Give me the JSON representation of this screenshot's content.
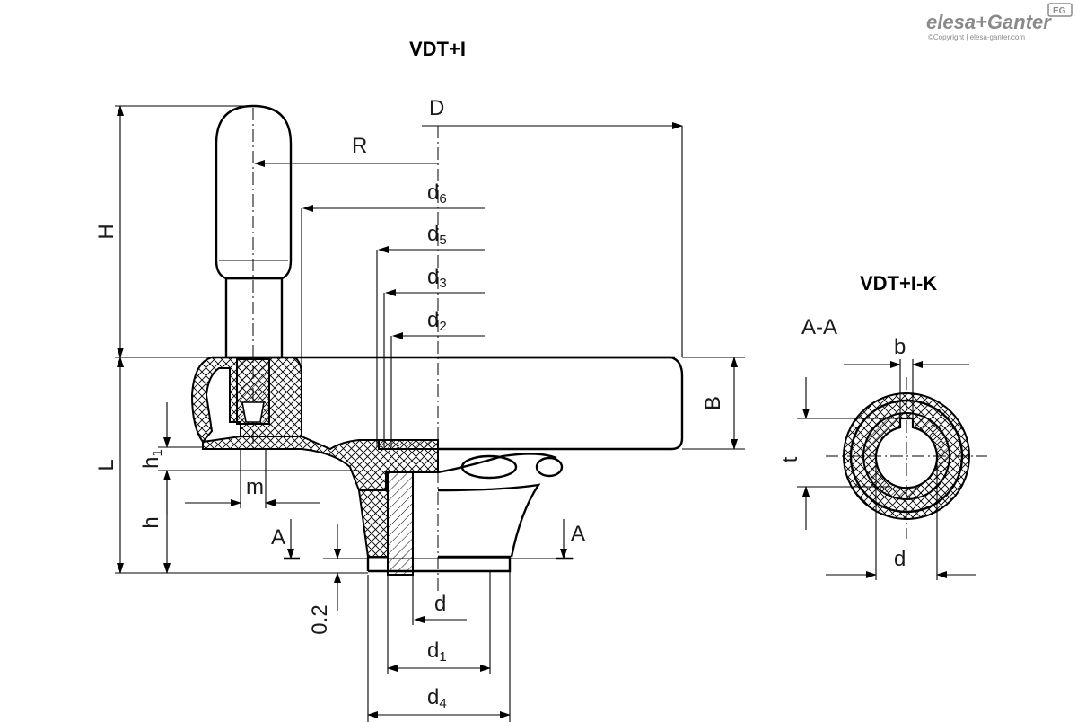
{
  "brand": {
    "logo_text": "elesa+Ganter",
    "badge": "EG",
    "copyright": "©Copyright | elesa-ganter.com"
  },
  "views": {
    "main_title": "VDT+I",
    "keyed_title": "VDT+I-K",
    "section_label": "A-A"
  },
  "dimensions": {
    "D": "D",
    "R": "R",
    "H": "H",
    "B": "B",
    "L": "L",
    "h": "h",
    "h1_base": "h",
    "h1_sub": "1",
    "m": "m",
    "d": "d",
    "d1_base": "d",
    "d1_sub": "1",
    "d2_base": "d",
    "d2_sub": "2",
    "d3_base": "d",
    "d3_sub": "3",
    "d4_base": "d",
    "d4_sub": "4",
    "d5_base": "d",
    "d5_sub": "5",
    "d6_base": "d",
    "d6_sub": "6",
    "gap": "0.2",
    "section_mark": "A",
    "key_b": "b",
    "key_t": "t",
    "bore_d": "d"
  }
}
